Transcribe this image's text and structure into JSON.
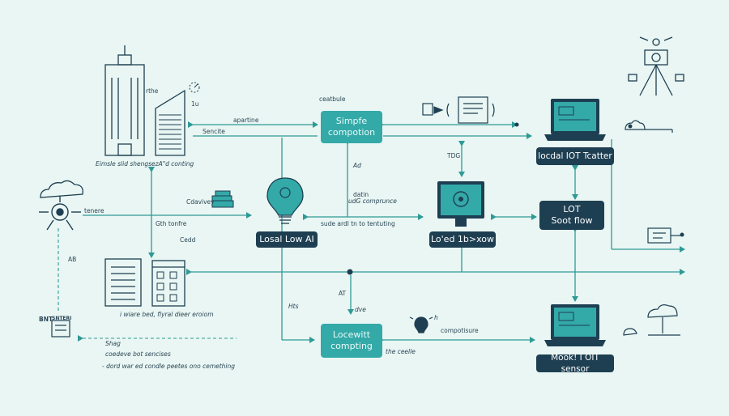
{
  "nodes": {
    "simple_computation": "Simpfe\ncompotion",
    "local_low_ai": "Losal Low AI",
    "located_box": "Lo'ed 1b>xow",
    "lowcost_computing": "Locewitt\ncompting",
    "local_iot_center": "locdal IOT Tcatter",
    "iot_soot_flow": "LOT\nSoot flow",
    "mobile_iot_sensor": "Mook! I OIT sensor"
  },
  "labels": {
    "centbule": "ceatbule",
    "the": "rthe",
    "num1": "1u",
    "apparinne": "apartine",
    "sencite": "Sencite",
    "building_caption": "Eimsle slid shengsezA\"d conting",
    "cativey": "Cdavivey",
    "tenere": "tenere",
    "gth_tonfre": "Gth tonfre",
    "cedd": "Cedd",
    "ab": "AB",
    "ad": "Ad",
    "datin": "datin",
    "uig_component": "udG comprunce",
    "dtatam_line": "sude ardl tn to tentuting",
    "tdg": "TDG",
    "at": "AT",
    "hts": "Hts",
    "dve": "dve",
    "bnt": "BNT",
    "bnt_box": "SNTERI",
    "ware_bed": "i wiare bed, fiyral dieer eroiom",
    "shag": "Shag",
    "coedeve": "coedeve bot sencises",
    "dord_line": "- dord war ed condle peetes ono cemething",
    "compruisure": "compotisure",
    "the_ceelle": "the ceelle",
    "bulb_h": "h"
  },
  "colors": {
    "background": "#e9f6f3",
    "teal": "#33a9a8",
    "dark": "#1e3f52",
    "line": "#2f9a95"
  }
}
